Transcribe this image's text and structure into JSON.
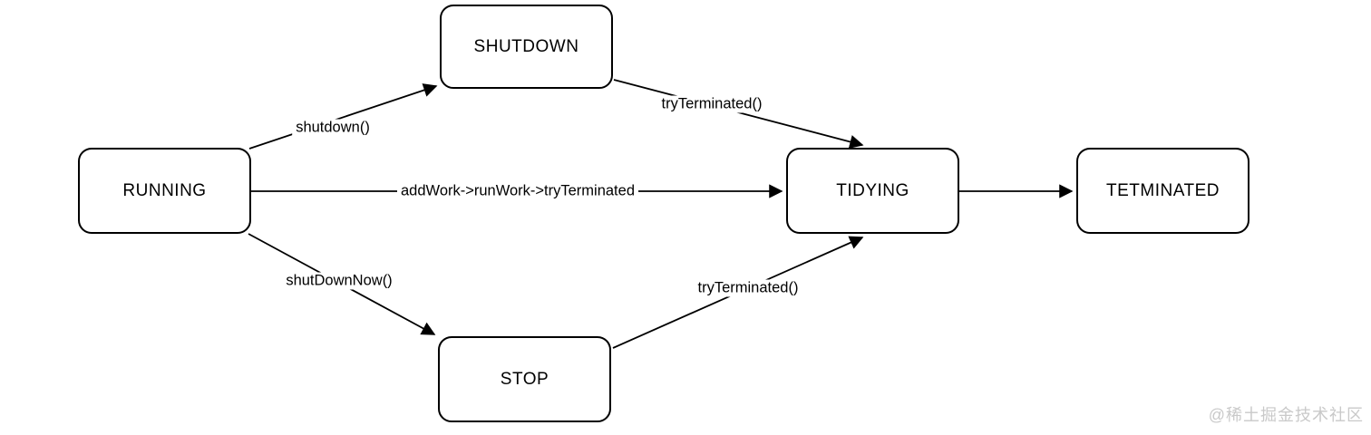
{
  "diagram": {
    "title": "thread-pool-state-diagram",
    "nodes": [
      {
        "id": "running",
        "label": "RUNNING"
      },
      {
        "id": "shutdown",
        "label": "SHUTDOWN"
      },
      {
        "id": "stop",
        "label": "STOP"
      },
      {
        "id": "tidying",
        "label": "TIDYING"
      },
      {
        "id": "terminated",
        "label": "TETMINATED"
      }
    ],
    "edges": [
      {
        "from": "running",
        "to": "shutdown",
        "label": "shutdown()"
      },
      {
        "from": "running",
        "to": "tidying",
        "label": "addWork->runWork->tryTerminated"
      },
      {
        "from": "running",
        "to": "stop",
        "label": "shutDownNow()"
      },
      {
        "from": "shutdown",
        "to": "tidying",
        "label": "tryTerminated()"
      },
      {
        "from": "stop",
        "to": "tidying",
        "label": "tryTerminated()"
      },
      {
        "from": "tidying",
        "to": "terminated",
        "label": ""
      }
    ]
  },
  "watermark": "@稀土掘金技术社区",
  "colors": {
    "stroke": "#000000",
    "node_fill": "#ffffff",
    "background": "#ffffff",
    "watermark": "#c9c9c9"
  }
}
